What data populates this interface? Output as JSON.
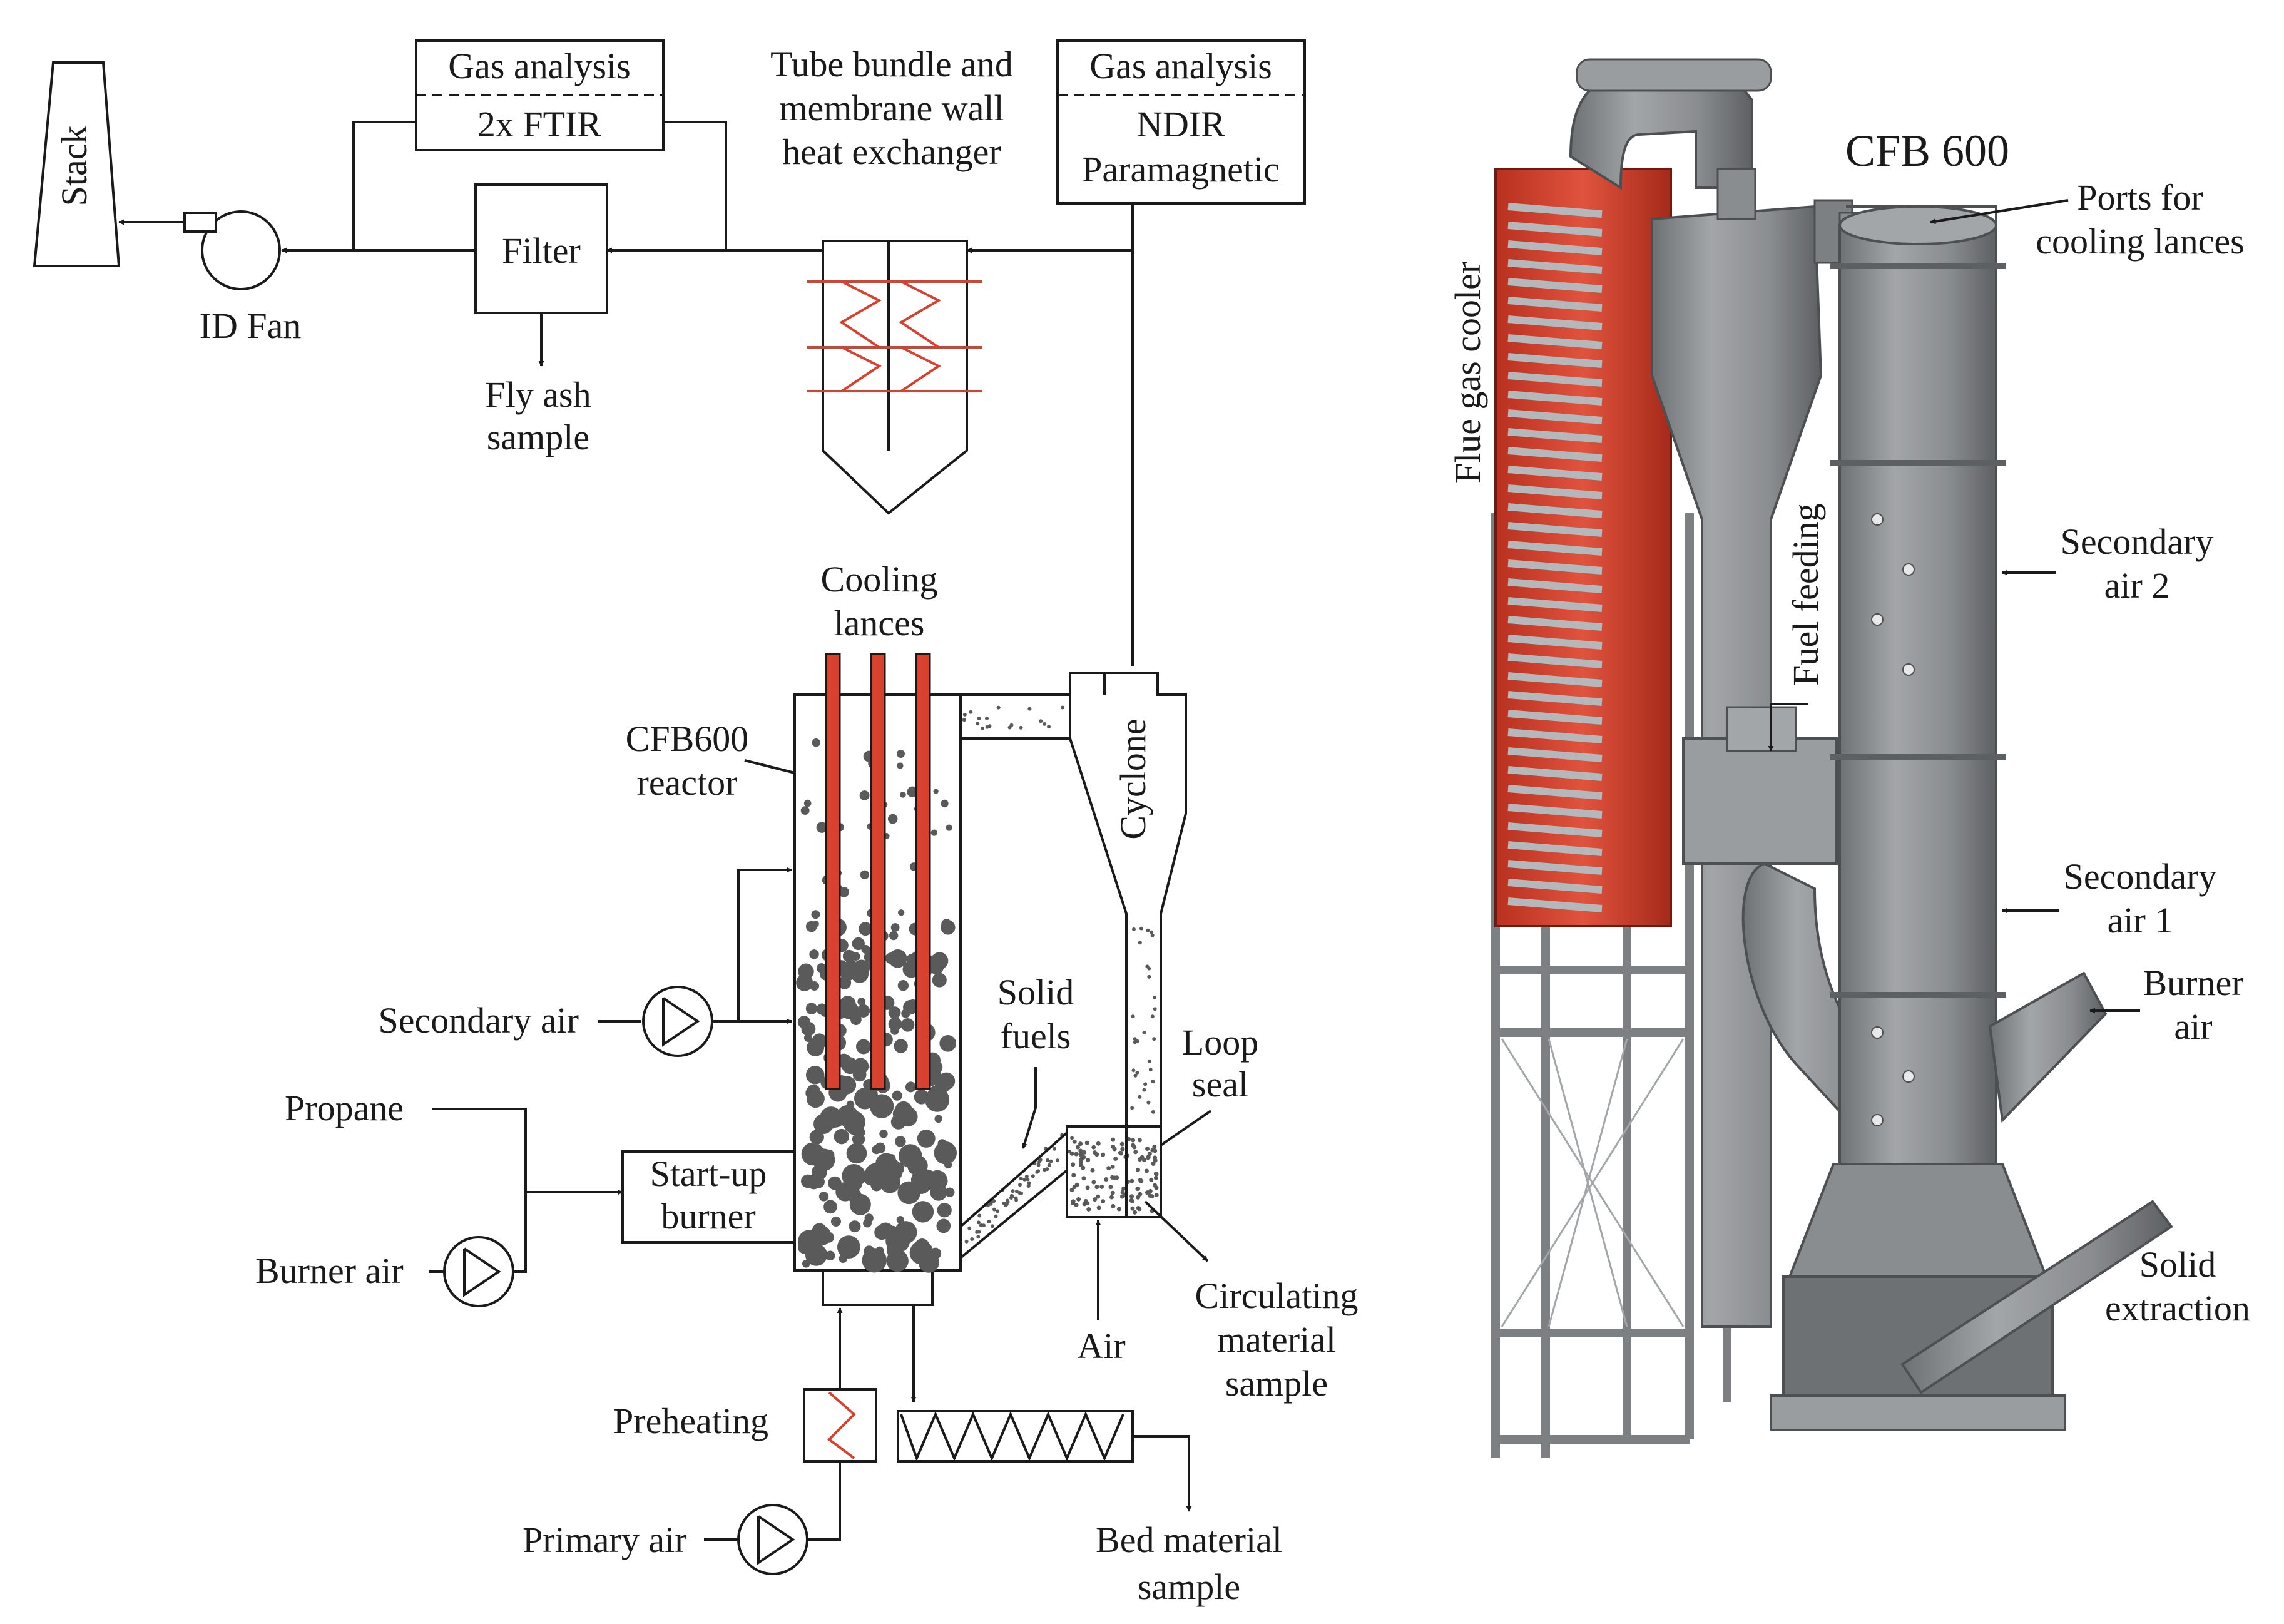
{
  "colors": {
    "line": "#1a1a1a",
    "accent_red": "#d8412e",
    "equipment_gray": "#8a8d90",
    "particle_gray": "#5a5a5a"
  },
  "schematic": {
    "stack": "Stack",
    "id_fan": "ID Fan",
    "gas_analysis_1": {
      "title": "Gas analysis",
      "method": "2x FTIR"
    },
    "filter": "Filter",
    "fly_ash": [
      "Fly ash",
      "sample"
    ],
    "heat_exchanger": [
      "Tube bundle and",
      "membrane wall",
      "heat exchanger"
    ],
    "gas_analysis_2": {
      "title": "Gas analysis",
      "method": [
        "NDIR",
        "Paramagnetic"
      ]
    },
    "cooling_lances": [
      "Cooling",
      "lances"
    ],
    "reactor": [
      "CFB600",
      "reactor"
    ],
    "cyclone": "Cyclone",
    "secondary_air": "Secondary air",
    "solid_fuels": [
      "Solid",
      "fuels"
    ],
    "loop_seal": [
      "Loop",
      "seal"
    ],
    "propane": "Propane",
    "startup_burner": [
      "Start-up",
      "burner"
    ],
    "burner_air": "Burner air",
    "circulating": [
      "Circulating",
      "material",
      "sample"
    ],
    "air": "Air",
    "preheating": "Preheating",
    "primary_air": "Primary air",
    "bed_material": [
      "Bed material",
      "sample"
    ]
  },
  "render3d": {
    "title": "CFB 600",
    "ports": [
      "Ports for",
      "cooling lances"
    ],
    "flue_gas_cooler": "Flue gas cooler",
    "fuel_feeding": "Fuel feeding",
    "secondary_air_2": [
      "Secondary",
      "air 2"
    ],
    "secondary_air_1": [
      "Secondary",
      "air 1"
    ],
    "burner_air": [
      "Burner",
      "air"
    ],
    "solid_extraction": [
      "Solid",
      "extraction"
    ]
  }
}
